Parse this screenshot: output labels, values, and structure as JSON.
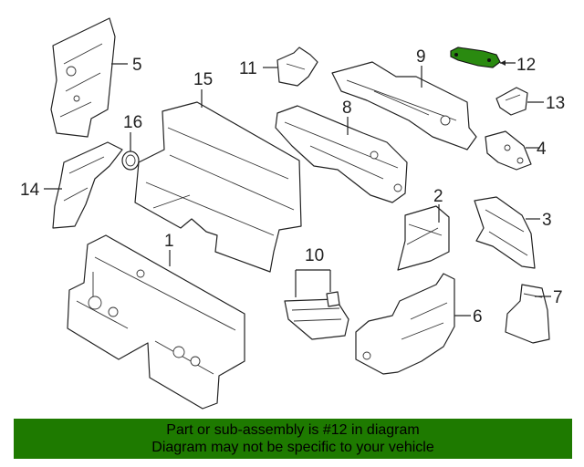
{
  "callouts": [
    "1",
    "2",
    "3",
    "4",
    "5",
    "6",
    "7",
    "8",
    "9",
    "10",
    "11",
    "12",
    "13",
    "14",
    "15",
    "16"
  ],
  "highlight_color": "#2a8a10",
  "banner": {
    "line1": "Part or sub-assembly is #12 in diagram",
    "line2": "Diagram may not be specific to your vehicle",
    "background": "#1e7a00"
  }
}
